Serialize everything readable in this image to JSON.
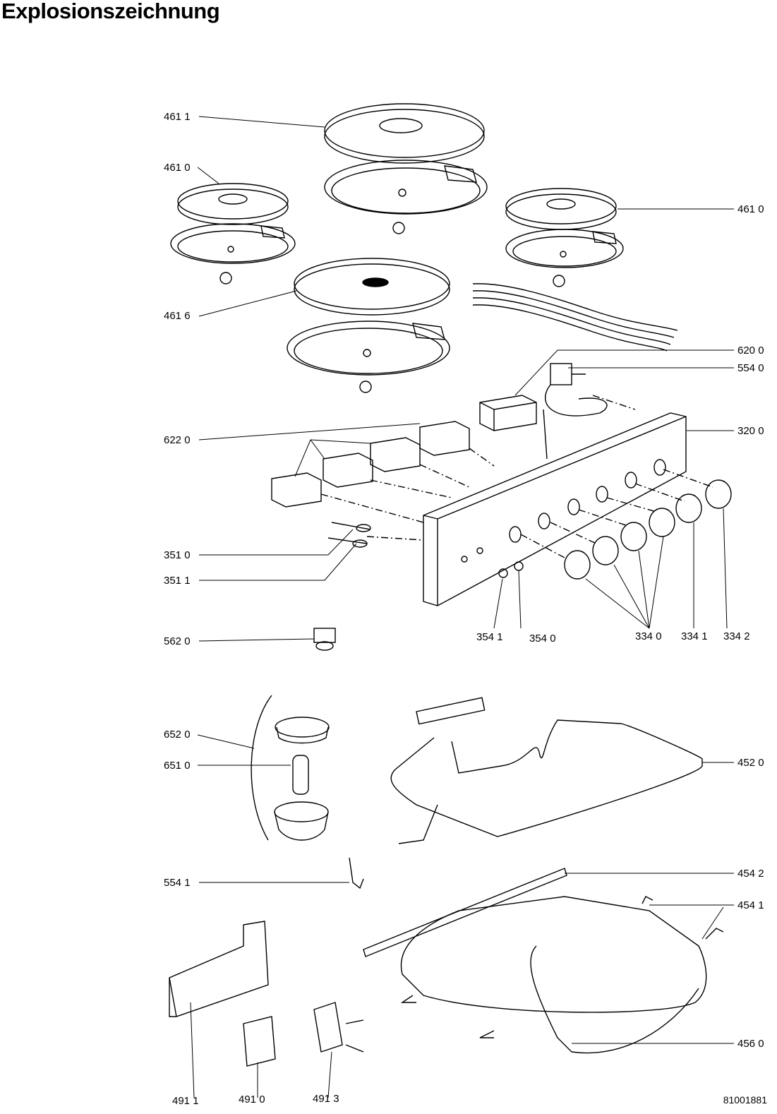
{
  "title": "Explosionszeichnung",
  "document_number": "81001881",
  "labels": {
    "l4611": "461 1",
    "l4610a": "461 0",
    "l4610b": "461 0",
    "l4616": "461 6",
    "l6200": "620 0",
    "l5540": "554 0",
    "l6220": "622 0",
    "l3200": "320 0",
    "l3510": "351 0",
    "l3511": "351 1",
    "l3541": "354 1",
    "l3540": "354 0",
    "l3340": "334 0",
    "l3341": "334 1",
    "l3342": "334 2",
    "l5620": "562 0",
    "l6520": "652 0",
    "l6510": "651 0",
    "l4520": "452 0",
    "l5541": "554 1",
    "l4542": "454 2",
    "l4541": "454 1",
    "l4560": "456 0",
    "l4911": "491 1",
    "l4910": "491 0",
    "l4913": "491 3"
  }
}
